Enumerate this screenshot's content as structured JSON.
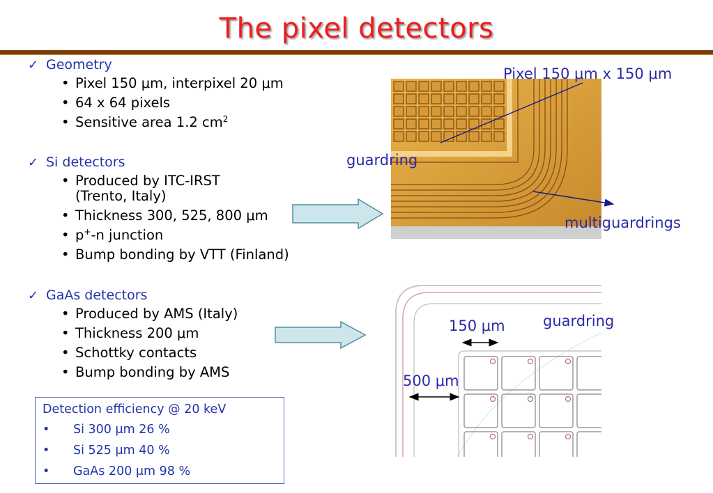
{
  "title": "The pixel detectors",
  "sections": [
    {
      "heading": "Geometry",
      "items": [
        "Pixel 150 μm, interpixel 20 μm",
        "64 x 64 pixels",
        "Sensitive area 1.2 cm"
      ],
      "area_superscript": "2"
    },
    {
      "heading": "Si detectors",
      "items": [
        "Produced by ITC-IRST",
        "(Trento, Italy)",
        "Thickness 300, 525, 800 μm",
        "p",
        "+",
        "-n junction",
        "Bump bonding by VTT (Finland)"
      ]
    },
    {
      "heading": "GaAs detectors",
      "items": [
        "Produced by AMS (Italy)",
        "Thickness 200 μm",
        "Schottky contacts",
        "Bump bonding by AMS"
      ]
    }
  ],
  "annotations": {
    "pixel_size": "Pixel 150 μm x 150 μm",
    "guardring_photo": "guardring",
    "multiguardrings": "multiguardrings",
    "pitch_150": "150 μm",
    "guardring_diagram": "guardring",
    "edge_500": "500 μm"
  },
  "efficiency": {
    "heading": "Detection efficiency @ 20 keV",
    "bullet": "•",
    "rows": [
      "Si 300 μm  26 %",
      "Si 525 μm  40 %",
      "GaAs 200 μm  98 %"
    ]
  },
  "check_glyph": "✓",
  "colors": {
    "title": "#ee1c1c",
    "heading_blue": "#2233aa",
    "rule_brown": "#7a3d0a",
    "arrow_fill": "#cde6ec",
    "arrow_stroke": "#4f8fa0"
  }
}
